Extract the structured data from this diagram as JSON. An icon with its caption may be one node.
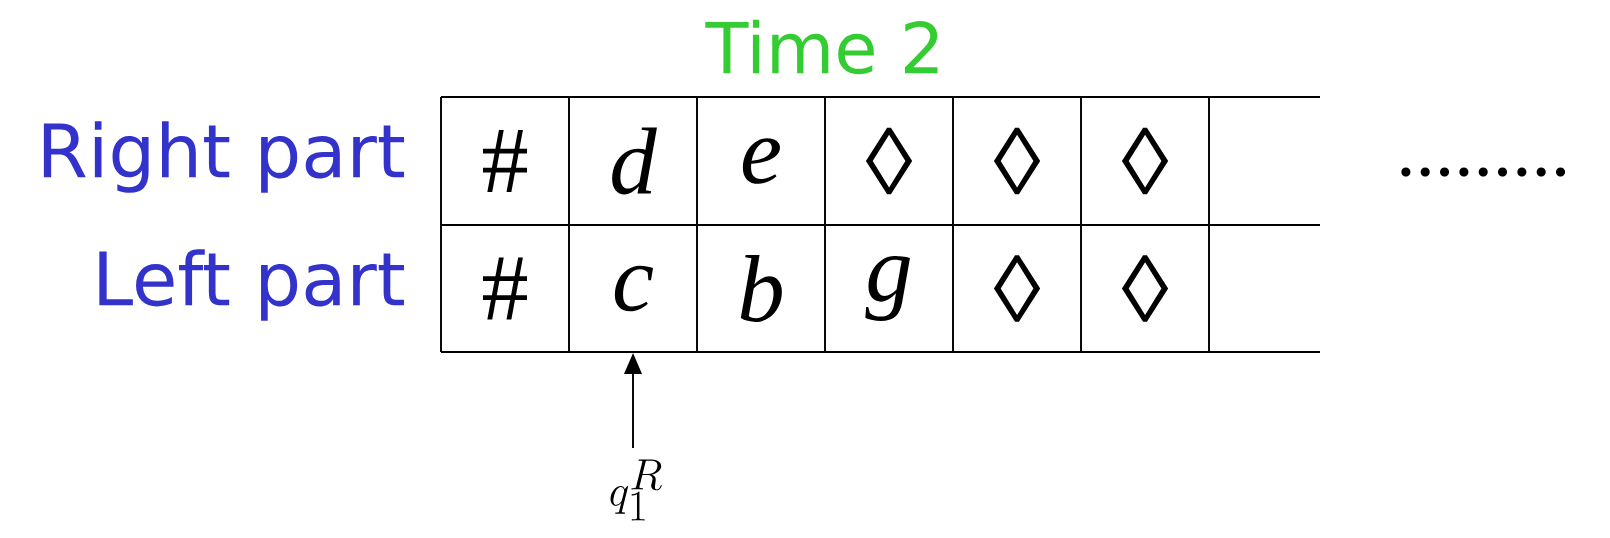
{
  "diagram": {
    "title": "Time 2",
    "nodes": [
      {
        "text": [
          "#"
        ]
      },
      {
        "text": [
          "d"
        ]
      },
      {
        "text": [
          "e"
        ]
      },
      {
        "text": [
          "◊"
        ]
      },
      {
        "text": [
          "◊"
        ]
      },
      {
        "text": [
          "◊"
        ]
      },
      {
        "text": [
          "#"
        ]
      },
      {
        "text": [
          "c"
        ]
      },
      {
        "text": [
          "b"
        ]
      },
      {
        "text": [
          "g"
        ]
      },
      {
        "text": [
          "◊"
        ]
      },
      {
        "text": [
          "◊"
        ]
      },
      {
        "text": [
          "q_1^R"
        ]
      }
    ],
    "edges": [
      {
        "from": 12,
        "to": 7,
        "arrow": "to"
      }
    ],
    "labels": [
      "Right part",
      "Left part",
      "........."
    ]
  }
}
